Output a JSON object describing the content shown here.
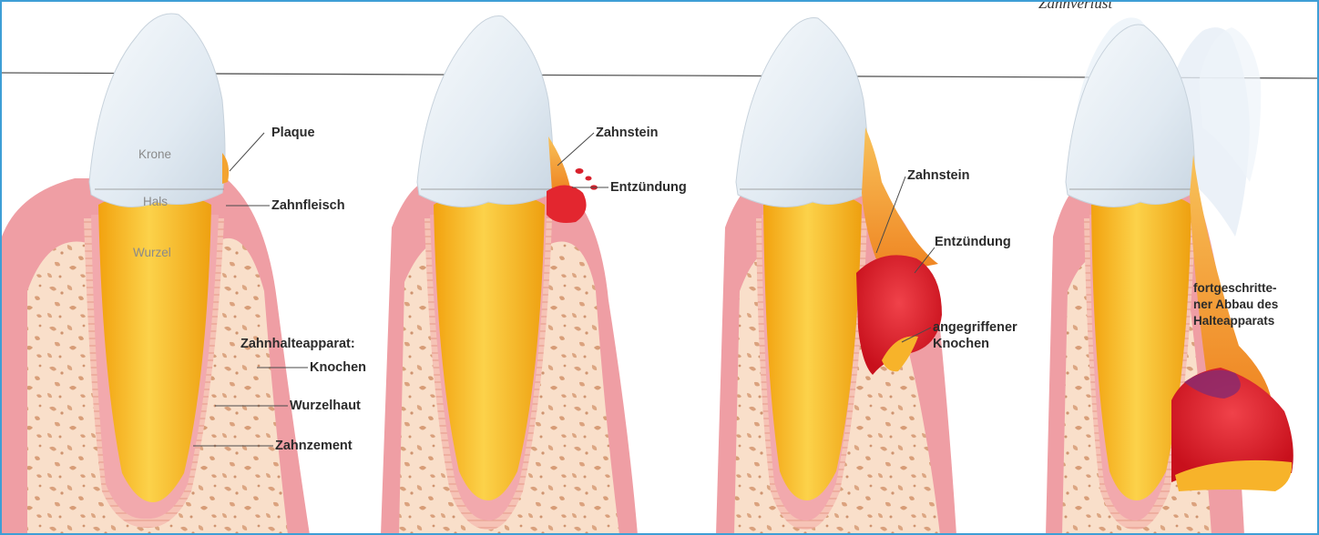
{
  "top_label": "Zahnverlust",
  "stage1": {
    "krone": "Krone",
    "hals": "Hals",
    "wurzel": "Wurzel",
    "plaque": "Plaque",
    "zahnfleisch": "Zahnfleisch",
    "zahnhalteapparat": "Zahnhalteapparat:",
    "knochen": "Knochen",
    "wurzelhaut": "Wurzelhaut",
    "zahnzement": "Zahnzement"
  },
  "stage2": {
    "zahnstein": "Zahnstein",
    "entzuendung": "Entzündung"
  },
  "stage3": {
    "zahnstein": "Zahnstein",
    "entzuendung": "Entzündung",
    "knochen_1": "angegriffener",
    "knochen_2": "Knochen"
  },
  "stage4": {
    "abbau_1": "fortgeschritte-",
    "abbau_2": "ner Abbau des",
    "abbau_3": "Halteapparats"
  },
  "colors": {
    "frame": "#3e9ed6",
    "gum": "#ef9ea4",
    "bone": "#f8dcc6",
    "root": "#f6b81a",
    "enamel": "#e4edf5",
    "inflammation": "#e3262f",
    "tartar": "#f39b2a"
  }
}
